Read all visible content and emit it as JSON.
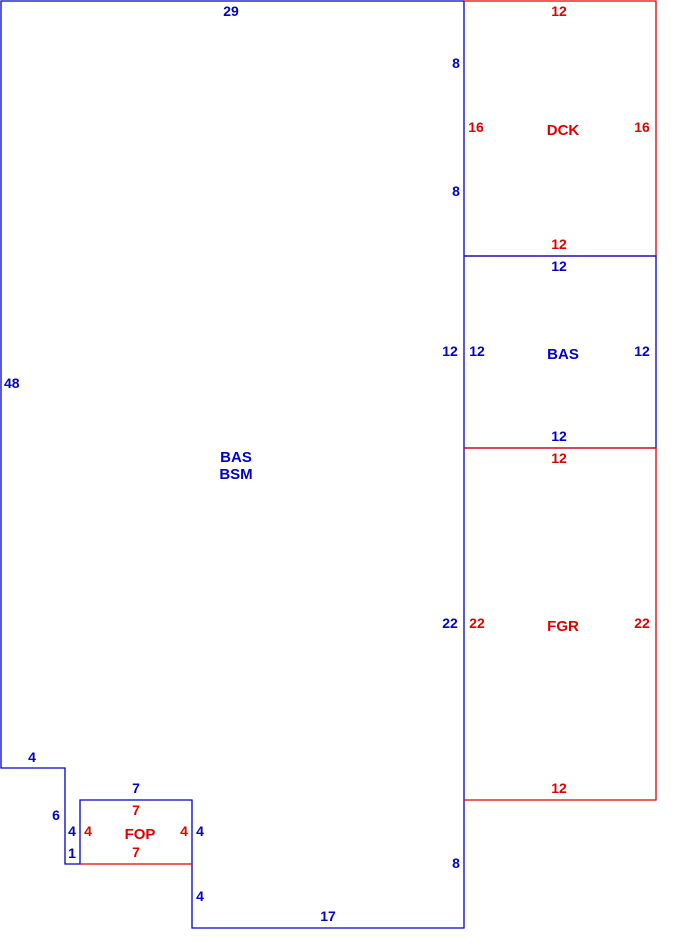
{
  "colors": {
    "main": "#0000c8",
    "accent": "#e00000"
  },
  "areas": {
    "main_1": "BAS",
    "main_2": "BSM",
    "deck": "DCK",
    "bas_ext": "BAS",
    "garage": "FGR",
    "porch": "FOP"
  },
  "main_dims": {
    "top": "29",
    "left": "48",
    "step_top": "4",
    "step_left": "6",
    "step_inner": "1",
    "bottom_left_drop": "4",
    "bottom": "17",
    "right_lower": "8",
    "right_top_a": "8",
    "right_top_b": "8",
    "right_bas": "12",
    "right_fgr": "22",
    "porch_top": "7",
    "porch_left": "4",
    "porch_right": "4"
  },
  "deck_dims": {
    "top": "12",
    "left": "16",
    "right": "16",
    "bottom": "12"
  },
  "bas_ext_dims": {
    "top": "12",
    "left": "12",
    "right": "12",
    "bottom": "12"
  },
  "garage_dims": {
    "top": "12",
    "left": "22",
    "right": "22",
    "bottom": "12"
  },
  "porch_dims": {
    "top": "7",
    "left": "4",
    "right": "4",
    "bottom": "7"
  }
}
